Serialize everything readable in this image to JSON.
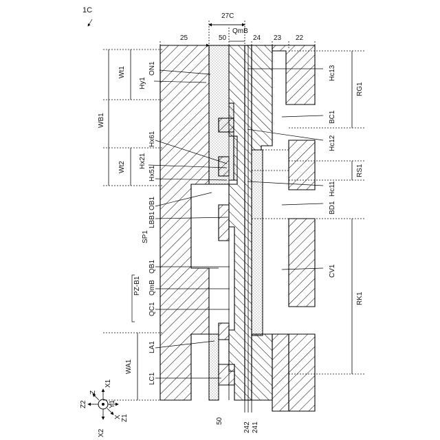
{
  "figure_id": "1C",
  "labels": {
    "n27C": "27C",
    "n25": "25",
    "n50_top": "50",
    "QmB_top": "QmB",
    "n24": "24",
    "n23": "23",
    "n22": "22",
    "WB1": "WB1",
    "Wt1": "Wt1",
    "Wt2": "Wt2",
    "WA1": "WA1",
    "ON1": "ON1",
    "Hy1": "Hy1",
    "Hx61": "Hx61",
    "Hx21": "Hx21",
    "Hx51": "Hx51",
    "OB1": "OB1",
    "LBB1": "LBB1",
    "SP1": "SP1",
    "QB1": "QB1",
    "PZ_B1": "PZ-B1",
    "QmB_mid": "QmB",
    "QC1": "QC1",
    "LA1": "LA1",
    "LC1": "LC1",
    "Hc13": "Hc13",
    "BC1": "BC1",
    "Hc12": "Hc12",
    "Hc11": "Hc11",
    "BD1": "BD1",
    "CV1": "CV1",
    "RG1": "RG1",
    "RS1": "RS1",
    "RK1": "RK1",
    "n50_bottom": "50",
    "n242": "242",
    "n241": "241"
  },
  "axes": {
    "X1": "X1",
    "X2": "X2",
    "Y1": "Y1",
    "Z1": "Z1",
    "Z2": "Z2",
    "Z": "Z",
    "X": "X"
  }
}
